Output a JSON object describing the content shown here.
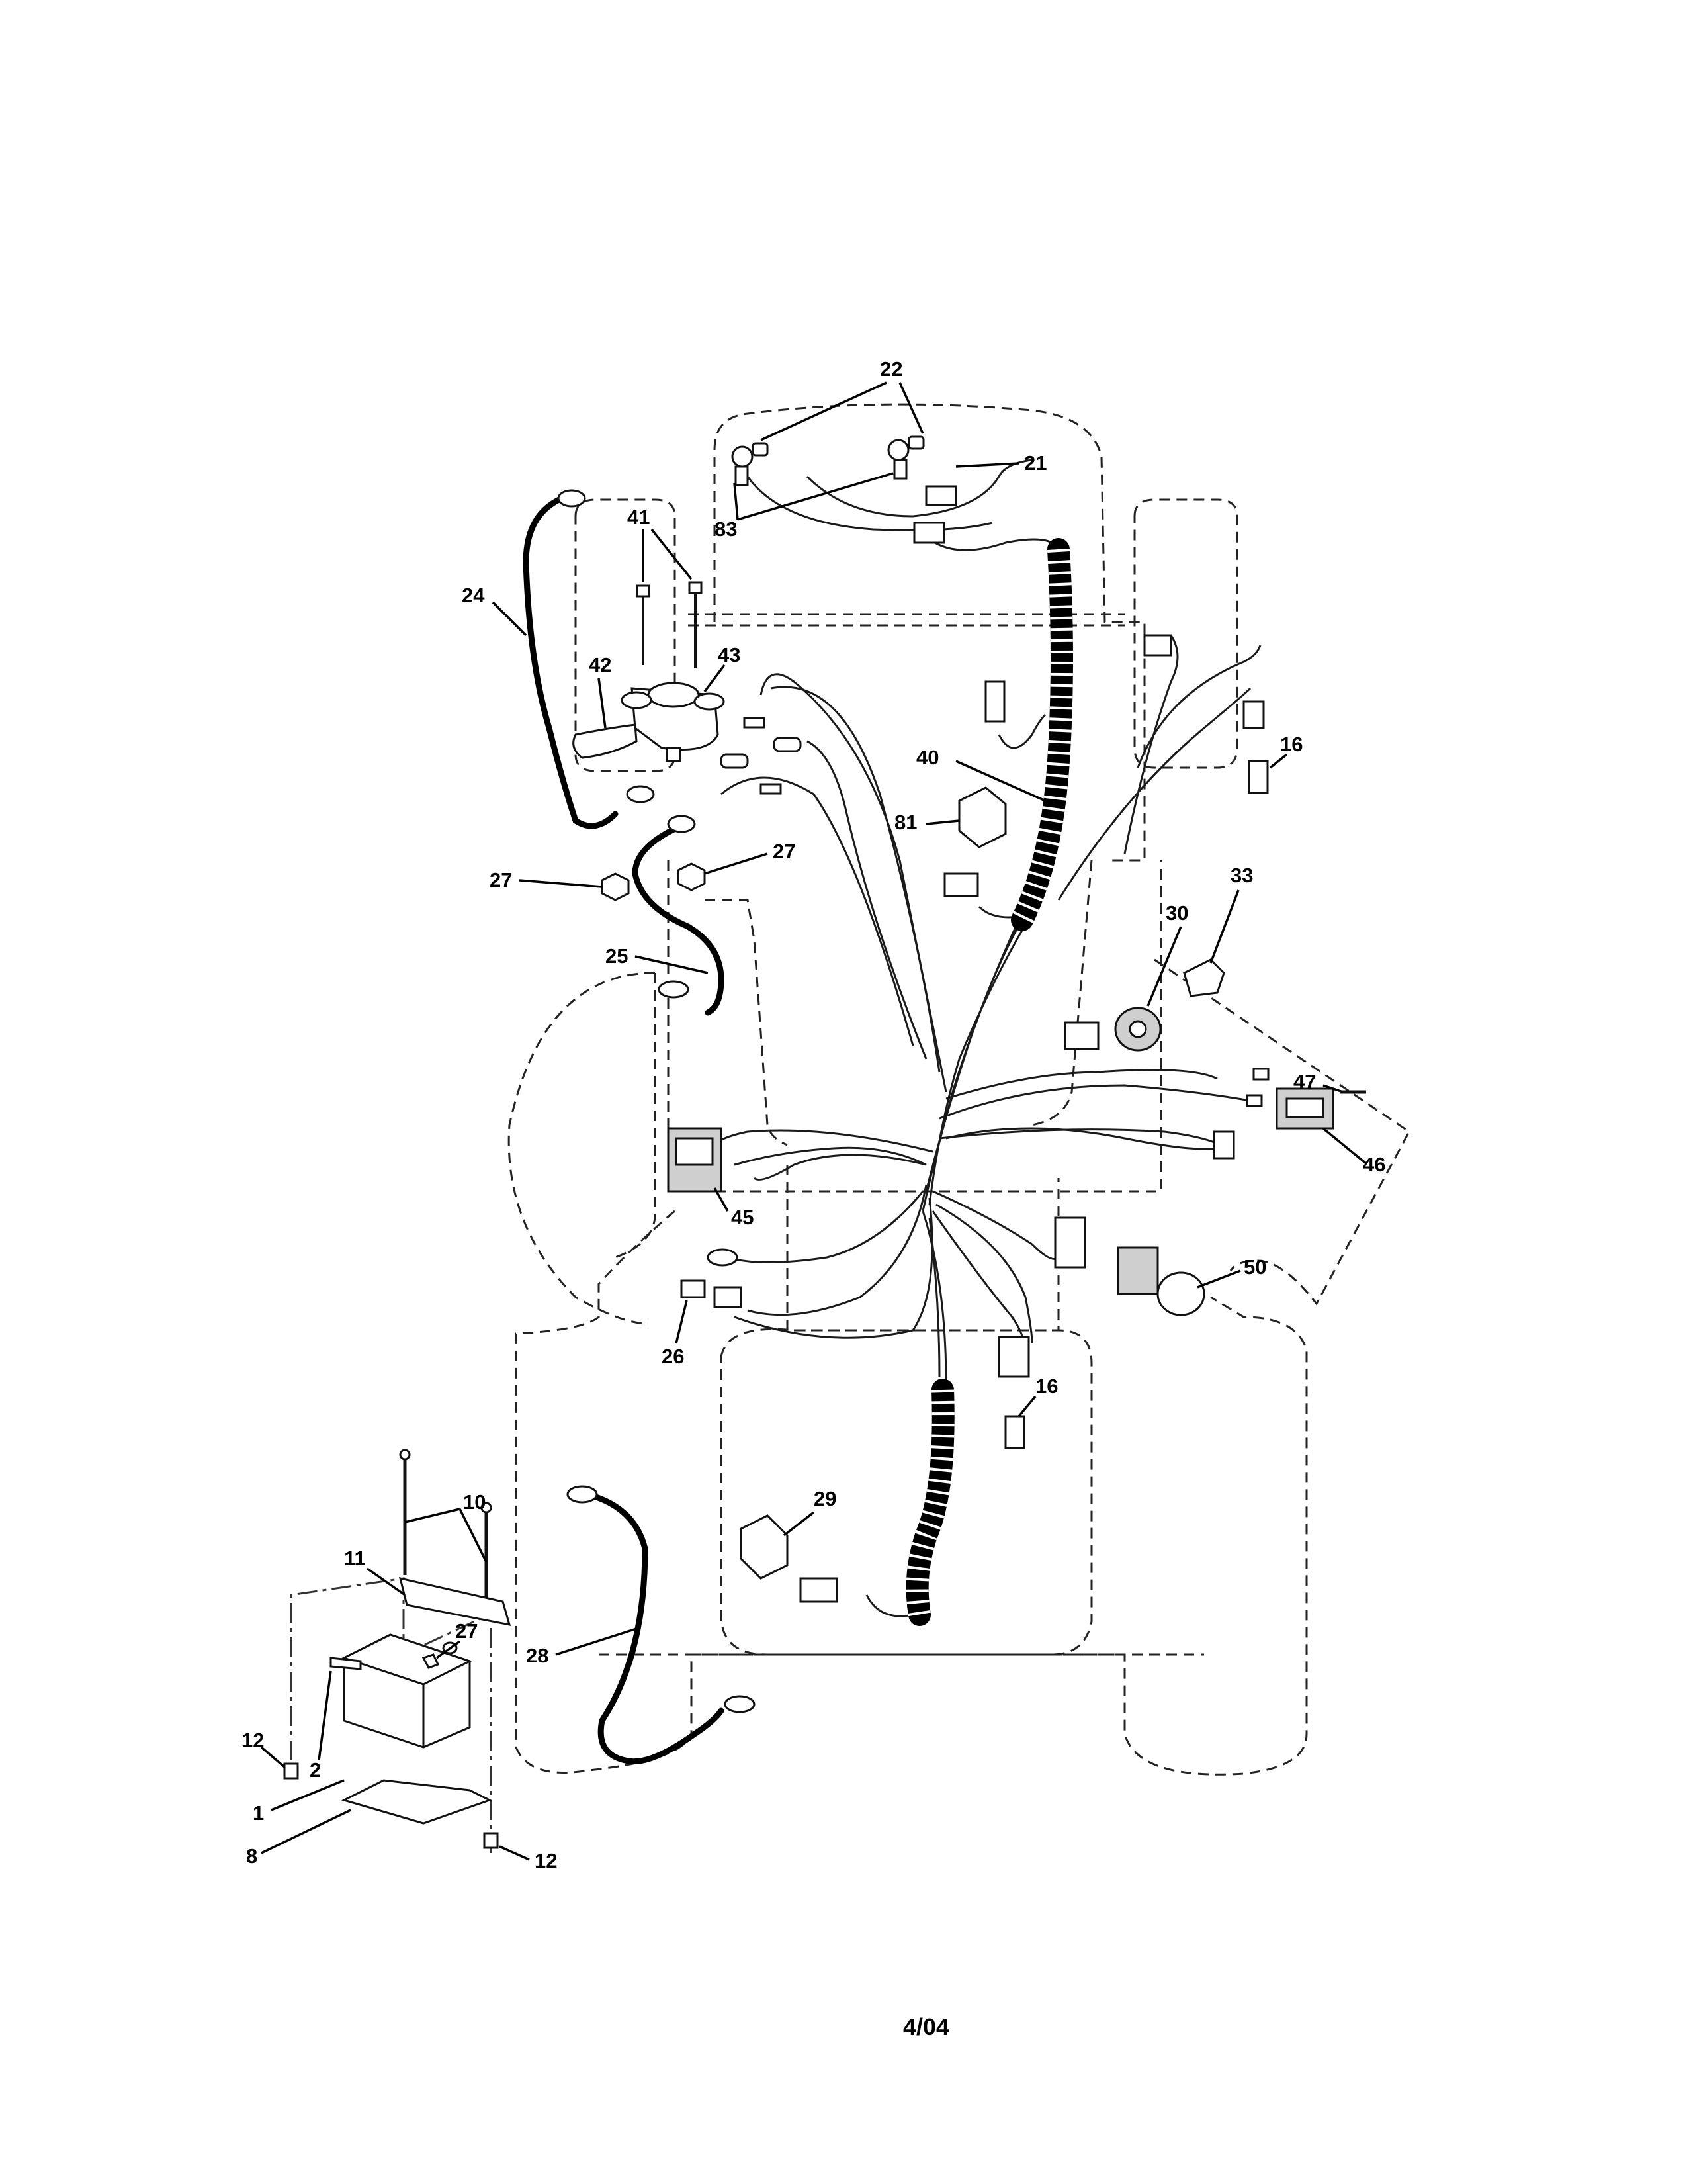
{
  "footer": {
    "date_code": "4/04"
  },
  "callouts": [
    {
      "id": "c22",
      "label": "22"
    },
    {
      "id": "c21",
      "label": "21"
    },
    {
      "id": "c83",
      "label": "83"
    },
    {
      "id": "c41",
      "label": "41"
    },
    {
      "id": "c24",
      "label": "24"
    },
    {
      "id": "c43",
      "label": "43"
    },
    {
      "id": "c42",
      "label": "42"
    },
    {
      "id": "c16a",
      "label": "16"
    },
    {
      "id": "c40",
      "label": "40"
    },
    {
      "id": "c81",
      "label": "81"
    },
    {
      "id": "c27a",
      "label": "27"
    },
    {
      "id": "c27b",
      "label": "27"
    },
    {
      "id": "c33",
      "label": "33"
    },
    {
      "id": "c30",
      "label": "30"
    },
    {
      "id": "c25",
      "label": "25"
    },
    {
      "id": "c47",
      "label": "47"
    },
    {
      "id": "c46",
      "label": "46"
    },
    {
      "id": "c45",
      "label": "45"
    },
    {
      "id": "c50",
      "label": "50"
    },
    {
      "id": "c26",
      "label": "26"
    },
    {
      "id": "c16b",
      "label": "16"
    },
    {
      "id": "c10",
      "label": "10"
    },
    {
      "id": "c11",
      "label": "11"
    },
    {
      "id": "c29",
      "label": "29"
    },
    {
      "id": "c28",
      "label": "28"
    },
    {
      "id": "c27c",
      "label": "27"
    },
    {
      "id": "c12a",
      "label": "12"
    },
    {
      "id": "c2",
      "label": "2"
    },
    {
      "id": "c1",
      "label": "1"
    },
    {
      "id": "c8",
      "label": "8"
    },
    {
      "id": "c12b",
      "label": "12"
    }
  ]
}
